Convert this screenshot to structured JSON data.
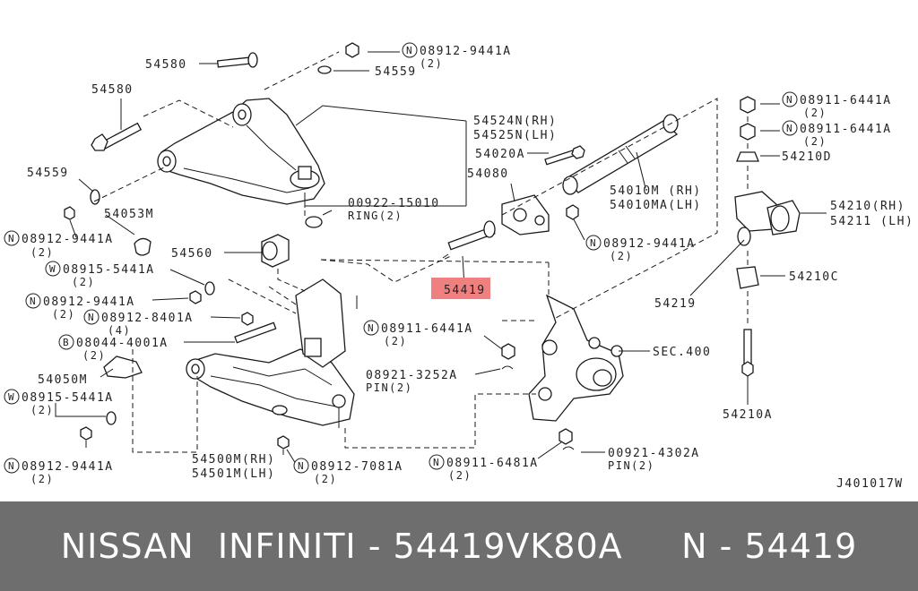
{
  "diagram": {
    "highlight_color": "#f08080",
    "highlight_part": "54419",
    "figure_code": "J401017W",
    "callouts": [
      {
        "id": "c_54580_top",
        "text": "54580",
        "sub": ""
      },
      {
        "id": "c_08912_9441A_top",
        "text": "08912-9441A",
        "sub": "(2)",
        "prefix": "N"
      },
      {
        "id": "c_54559_top",
        "text": "54559",
        "sub": ""
      },
      {
        "id": "c_54580_left",
        "text": "54580",
        "sub": ""
      },
      {
        "id": "c_54524N",
        "text": "54524N(RH)",
        "sub": ""
      },
      {
        "id": "c_54525N",
        "text": "54525N(LH)",
        "sub": ""
      },
      {
        "id": "c_54559_left",
        "text": "54559",
        "sub": ""
      },
      {
        "id": "c_54053M",
        "text": "54053M",
        "sub": ""
      },
      {
        "id": "c_08912_9441A_left",
        "text": "08912-9441A",
        "sub": "(2)",
        "prefix": "N"
      },
      {
        "id": "c_00922",
        "text": "00922-15010",
        "sub": "RING(2)"
      },
      {
        "id": "c_54020A",
        "text": "54020A",
        "sub": ""
      },
      {
        "id": "c_54080",
        "text": "54080",
        "sub": ""
      },
      {
        "id": "c_54010M",
        "text": "54010M (RH)",
        "sub": ""
      },
      {
        "id": "c_54010MA",
        "text": "54010MA(LH)",
        "sub": ""
      },
      {
        "id": "c_08912_9441A_mid",
        "text": "08912-9441A",
        "sub": "(2)",
        "prefix": "N"
      },
      {
        "id": "c_54560",
        "text": "54560",
        "sub": ""
      },
      {
        "id": "c_08915_5441A_top",
        "text": "08915-5441A",
        "sub": "(2)",
        "prefix": "W"
      },
      {
        "id": "c_08912_9441A_l2",
        "text": "08912-9441A",
        "sub": "(2)",
        "prefix": "N"
      },
      {
        "id": "c_08912_8401A",
        "text": "08912-8401A",
        "sub": "(4)",
        "prefix": "N"
      },
      {
        "id": "c_08044",
        "text": "08044-4001A",
        "sub": "(2)",
        "prefix": "B"
      },
      {
        "id": "c_54050M",
        "text": "54050M",
        "sub": ""
      },
      {
        "id": "c_08915_5441A_bot",
        "text": "08915-5441A",
        "sub": "(2)",
        "prefix": "W"
      },
      {
        "id": "c_08912_9441A_bot",
        "text": "08912-9441A",
        "sub": "(2)",
        "prefix": "N"
      },
      {
        "id": "c_54500M",
        "text": "54500M(RH)",
        "sub": ""
      },
      {
        "id": "c_54501M",
        "text": "54501M(LH)",
        "sub": ""
      },
      {
        "id": "c_08912_7081A",
        "text": "08912-7081A",
        "sub": "(2)",
        "prefix": "N"
      },
      {
        "id": "c_08911_6441A_mid",
        "text": "08911-6441A",
        "sub": "(2)",
        "prefix": "N"
      },
      {
        "id": "c_08921",
        "text": "08921-3252A",
        "sub": "PIN(2)"
      },
      {
        "id": "c_08911_6481A",
        "text": "08911-6481A",
        "sub": "(2)",
        "prefix": "N"
      },
      {
        "id": "c_00921",
        "text": "00921-4302A",
        "sub": "PIN(2)"
      },
      {
        "id": "c_sec400",
        "text": "SEC.400",
        "sub": ""
      },
      {
        "id": "c_08911_6441A_r1",
        "text": "08911-6441A",
        "sub": "(2)",
        "prefix": "N"
      },
      {
        "id": "c_08911_6441A_r2",
        "text": "08911-6441A",
        "sub": "(2)",
        "prefix": "N"
      },
      {
        "id": "c_54210D",
        "text": "54210D",
        "sub": ""
      },
      {
        "id": "c_54210",
        "text": "54210(RH)",
        "sub": ""
      },
      {
        "id": "c_54211",
        "text": "54211 (LH)",
        "sub": ""
      },
      {
        "id": "c_54219",
        "text": "54219",
        "sub": ""
      },
      {
        "id": "c_54210C",
        "text": "54210C",
        "sub": ""
      },
      {
        "id": "c_54210A",
        "text": "54210A",
        "sub": ""
      }
    ]
  },
  "footer": {
    "left": "NISSAN  INFINITI - 54419VK80A",
    "right": "N - 54419"
  }
}
